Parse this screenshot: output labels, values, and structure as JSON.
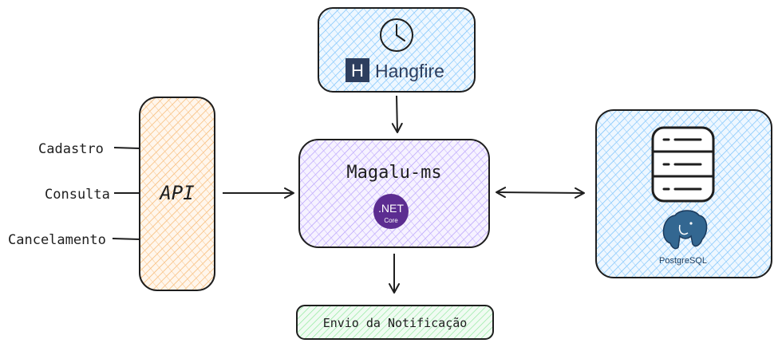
{
  "inputs": [
    "Cadastro",
    "Consulta",
    "Cancelamento"
  ],
  "api": {
    "label": "API",
    "fill": "#ffd8a8"
  },
  "hangfire": {
    "logo_letter": "H",
    "label": "Hangfire",
    "fill": "#a5d8ff",
    "icon": "clock-icon"
  },
  "service": {
    "title": "Magalu-ms",
    "fill": "#d0bfff",
    "badge_line1": ".NET",
    "badge_line2": "Core",
    "badge_color": "#5c2d91"
  },
  "database": {
    "label": "PostgreSQL",
    "fill": "#a5d8ff",
    "icon": "database-icon",
    "logo": "postgresql-elephant-icon"
  },
  "notification": {
    "label": "Envio da Notificação",
    "fill": "#b2f2bb"
  }
}
